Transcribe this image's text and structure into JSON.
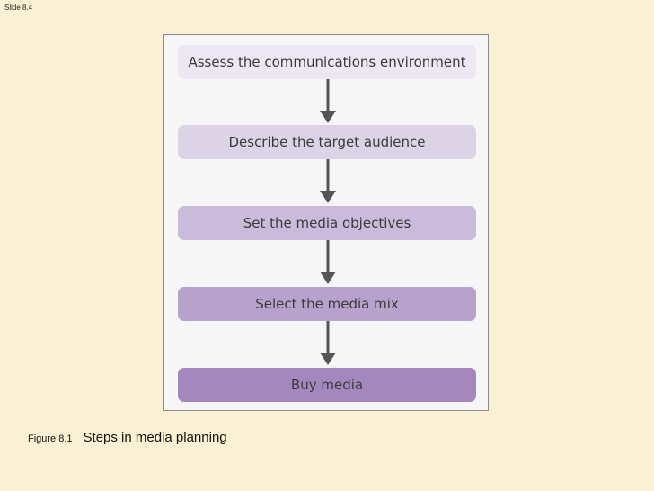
{
  "slide": {
    "label": "Slide 8.4"
  },
  "figure": {
    "steps": [
      "Assess the communications environment",
      "Describe the target audience",
      "Set the media objectives",
      "Select the media mix",
      "Buy media"
    ],
    "caption": {
      "number": "Figure 8.1",
      "title": "Steps in media planning"
    }
  },
  "colors": {
    "background": "#faf0d3",
    "arrow": "#555555",
    "step_fills": [
      "#ece7f2",
      "#ddd3e7",
      "#cbbbdb",
      "#b7a2cc",
      "#a488bd"
    ]
  },
  "icons": {
    "connector": "down-arrow-icon"
  }
}
